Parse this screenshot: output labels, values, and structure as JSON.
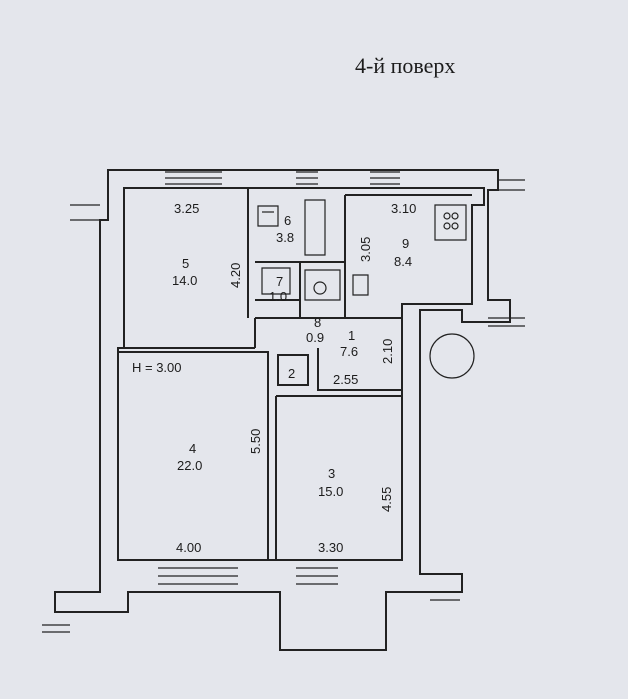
{
  "title": "4-й поверх",
  "height_note": "H = 3.00",
  "rooms": [
    {
      "id": "room-1",
      "num": "1",
      "area": "7.6"
    },
    {
      "id": "room-2",
      "num": "2",
      "area": ""
    },
    {
      "id": "room-3",
      "num": "3",
      "area": "15.0"
    },
    {
      "id": "room-4",
      "num": "4",
      "area": "22.0"
    },
    {
      "id": "room-5",
      "num": "5",
      "area": "14.0"
    },
    {
      "id": "room-6",
      "num": "6",
      "area": "3.8"
    },
    {
      "id": "room-7",
      "num": "7",
      "area": "1.0"
    },
    {
      "id": "room-8",
      "num": "8",
      "area": "0.9"
    },
    {
      "id": "room-9",
      "num": "9",
      "area": "8.4"
    }
  ],
  "dimensions": {
    "d325": "3.25",
    "d420": "4.20",
    "d310": "3.10",
    "d305": "3.05",
    "d210": "2.10",
    "d255": "2.55",
    "d550": "5.50",
    "d455": "4.55",
    "d400": "4.00",
    "d330": "3.30"
  },
  "colors": {
    "paper": "#e4e6ec",
    "ink": "#222222"
  }
}
